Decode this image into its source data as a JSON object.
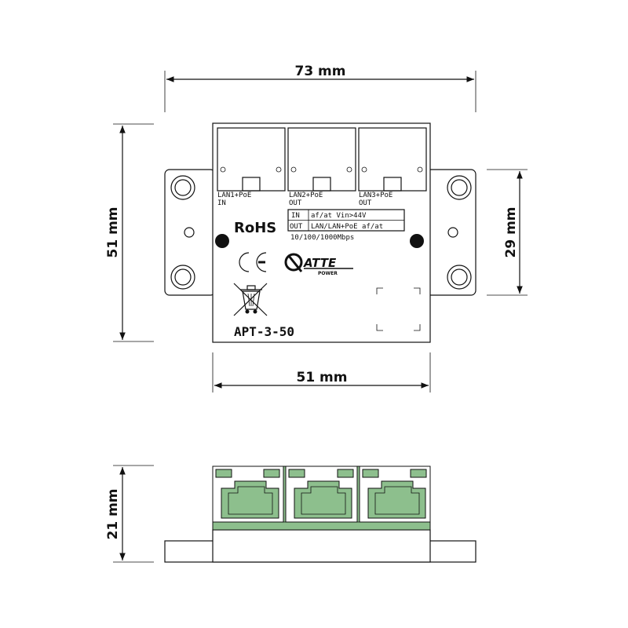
{
  "dimensions": {
    "width_top": "73 mm",
    "height_left": "51 mm",
    "height_right": "29 mm",
    "width_bottom": "51 mm",
    "height_side": "21 mm"
  },
  "ports": [
    {
      "name": "LAN1+PoE",
      "dir": "IN"
    },
    {
      "name": "LAN2+PoE",
      "dir": "OUT"
    },
    {
      "name": "LAN3+PoE",
      "dir": "OUT"
    }
  ],
  "spec_table": {
    "rows": [
      {
        "label": "IN",
        "value": "af/at Vin>44V"
      },
      {
        "label": "OUT",
        "value": "LAN/LAN+PoE af/at"
      }
    ],
    "speed": "10/100/1000Mbps"
  },
  "marks": {
    "rohs": "RoHS",
    "ce": "CE"
  },
  "logo": {
    "brand": "ATTE",
    "sub": "POWER"
  },
  "model": "APT-3-50",
  "colors": {
    "line": "#111111",
    "connector_green": "#8dbf8d"
  },
  "icons": [
    "weee-crossed-bin-icon",
    "ce-mark-icon",
    "atte-logo-icon"
  ]
}
